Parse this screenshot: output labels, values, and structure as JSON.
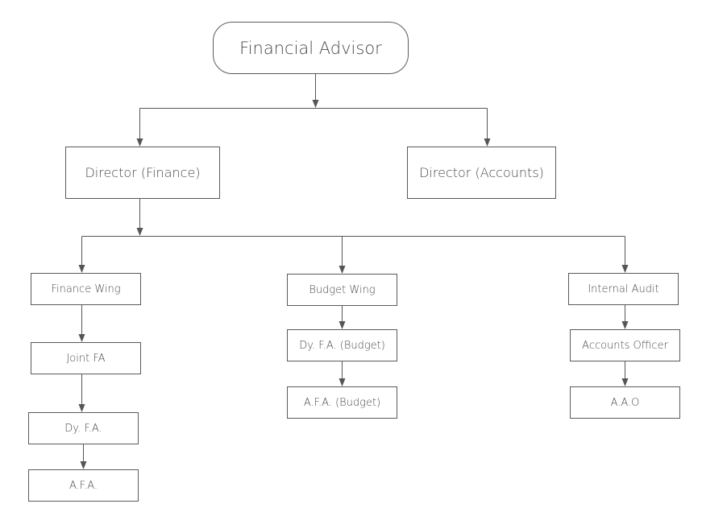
{
  "diagram": {
    "root": {
      "label": "Financial Advisor"
    },
    "directors": {
      "finance": {
        "label": "Director (Finance)"
      },
      "accounts": {
        "label": "Director (Accounts)"
      }
    },
    "wings": {
      "finance_wing": {
        "label": "Finance Wing",
        "children": [
          "Joint FA",
          "Dy. F.A.",
          "A.F.A."
        ]
      },
      "budget_wing": {
        "label": "Budget Wing",
        "children": [
          "Dy. F.A. (Budget)",
          "A.F.A. (Budget)"
        ]
      },
      "internal_audit": {
        "label": "Internal Audit",
        "children": [
          "Accounts Officer",
          "A.A.O"
        ]
      }
    },
    "colors": {
      "line": "#555555",
      "border": "#5a5a5a",
      "text": "#4a4a4a",
      "background": "#ffffff"
    }
  }
}
